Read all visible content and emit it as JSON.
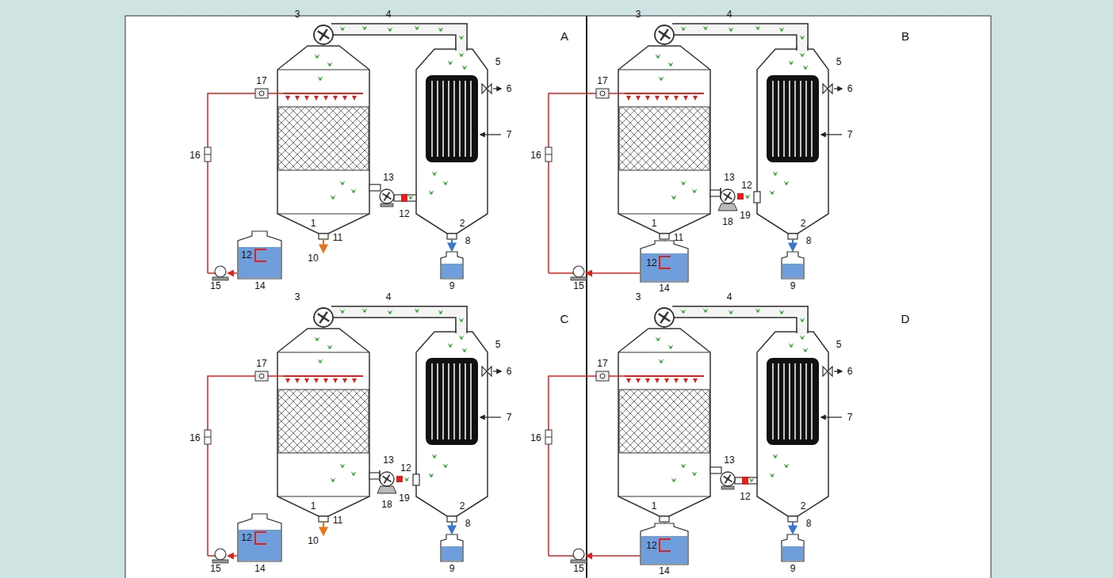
{
  "diagram": {
    "labels": [
      "3",
      "4",
      "A",
      "5",
      "17",
      "6",
      "7",
      "16",
      "13",
      "12",
      "1",
      "2",
      "11",
      "10",
      "8",
      "12",
      "15",
      "14",
      "9",
      "3",
      "4",
      "B",
      "5",
      "17",
      "6",
      "7",
      "16",
      "13",
      "12",
      "18",
      "19",
      "1",
      "2",
      "11",
      "8",
      "12",
      "15",
      "14",
      "9",
      "3",
      "4",
      "C",
      "5",
      "17",
      "6",
      "7",
      "16",
      "13",
      "12",
      "18",
      "19",
      "1",
      "2",
      "11",
      "10",
      "8",
      "12",
      "15",
      "14",
      "9",
      "3",
      "4",
      "D",
      "5",
      "17",
      "6",
      "7",
      "16",
      "13",
      "12",
      "1",
      "2",
      "8",
      "12",
      "15",
      "14",
      "9"
    ]
  }
}
